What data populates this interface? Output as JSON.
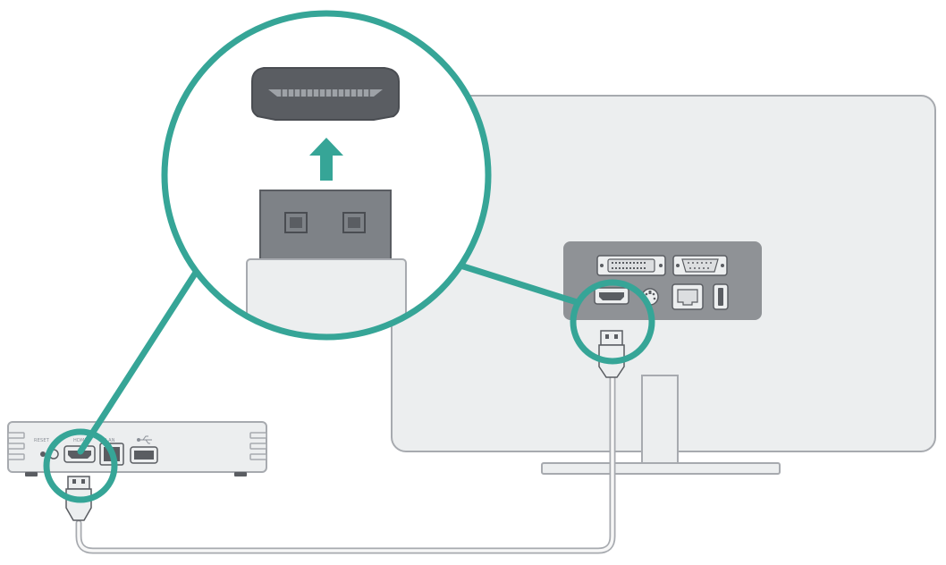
{
  "colors": {
    "accent_teal": "#36a597",
    "device_body": "#eceeef",
    "device_outline": "#a7aaaf",
    "port_dark": "#5a5d62",
    "panel_gray": "#8f9296",
    "cable_white": "#f7f7f7"
  },
  "icons": {
    "upload_arrow": "arrow-up-icon",
    "usb_symbol": "usb-icon"
  },
  "box_ports": {
    "reset_label": "RESET",
    "hdmi_label": "HDMI",
    "ethernet_label": "LAN",
    "usb_label": ""
  }
}
